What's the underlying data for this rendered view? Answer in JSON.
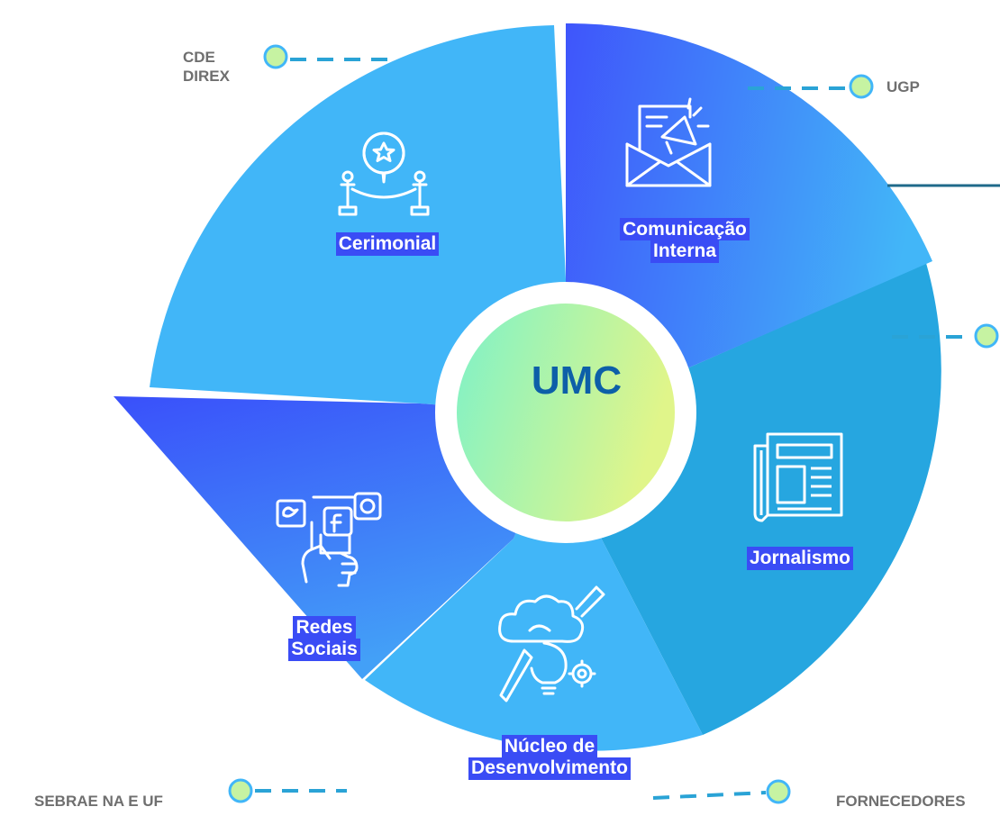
{
  "center": {
    "label": "UMC"
  },
  "segments": [
    {
      "label_line1": "Cerimonial",
      "label_line2": "",
      "icon": "stanchion-star-icon"
    },
    {
      "label_line1": "Comunicação",
      "label_line2": "Interna",
      "icon": "megaphone-envelope-icon"
    },
    {
      "label_line1": "Jornalismo",
      "label_line2": "",
      "icon": "newspaper-icon"
    },
    {
      "label_line1": "Núcleo de",
      "label_line2": "Desenvolvimento",
      "icon": "creative-idea-icon"
    },
    {
      "label_line1": "Redes",
      "label_line2": "Sociais",
      "icon": "social-media-hand-icon"
    }
  ],
  "external": [
    {
      "line1": "CDE",
      "line2": "DIREX"
    },
    {
      "line1": "UGP",
      "line2": ""
    },
    {
      "line1": "SEBRAE NA E UF",
      "line2": ""
    },
    {
      "line1": "FORNECEDORES",
      "line2": ""
    }
  ],
  "colors": {
    "light_blue": "#41b6f8",
    "mid_blue": "#26a6e0",
    "royal_blue": "#3a4cf5",
    "label_bg": "#3a4cf5",
    "center_text": "#0d5fa8",
    "connector_line": "#2aa3d6",
    "node_fill": "#c6f3a2",
    "node_stroke": "#41b6f8",
    "external_text": "#6f6f6f"
  }
}
